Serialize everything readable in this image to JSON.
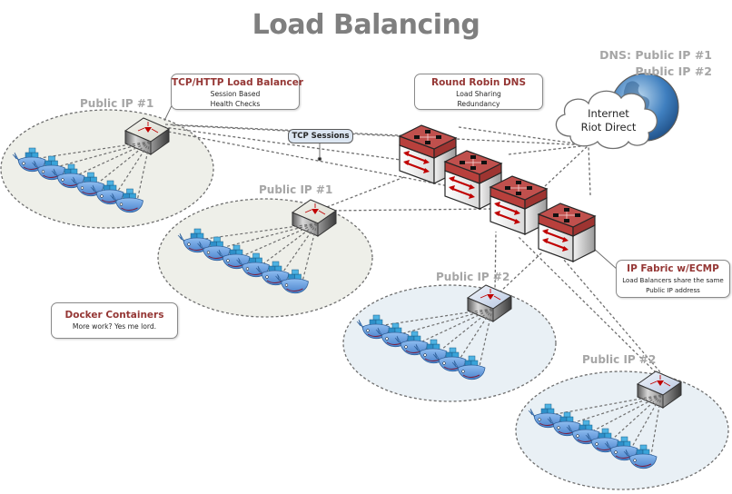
{
  "title": "Load Balancing",
  "dns": {
    "line1": "DNS: Public IP #1",
    "line2": "Public IP #2"
  },
  "internet": {
    "line1": "Internet",
    "line2": "Riot Direct",
    "icon": "globe-cloud-icon"
  },
  "callouts": {
    "tcp_lb": {
      "heading": "TCP/HTTP Load Balancer",
      "lines": [
        "Session Based",
        "Health Checks"
      ]
    },
    "rr_dns": {
      "heading": "Round Robin DNS",
      "lines": [
        "Load Sharing",
        "Redundancy"
      ]
    },
    "ip_fabric": {
      "heading": "IP Fabric w/ECMP",
      "lines": [
        "Load Balancers share the same",
        "Public IP address"
      ]
    },
    "docker": {
      "heading": "Docker Containers",
      "lines": [
        "More work? Yes me lord."
      ]
    }
  },
  "tcp_sessions_label": "TCP Sessions",
  "clusters": [
    {
      "label": "Public IP #1",
      "containers": 6,
      "device": "load-balancer-icon",
      "container_icon": "docker-whale-icon"
    },
    {
      "label": "Public IP #1",
      "containers": 6,
      "device": "load-balancer-icon",
      "container_icon": "docker-whale-icon"
    },
    {
      "label": "Public IP #2",
      "containers": 6,
      "device": "load-balancer-icon",
      "container_icon": "docker-whale-icon"
    },
    {
      "label": "Public IP #2",
      "containers": 6,
      "device": "load-balancer-icon",
      "container_icon": "docker-whale-icon"
    }
  ],
  "switch_stack": {
    "count": 4,
    "icon": "layer3-switch-icon"
  },
  "colors": {
    "title": "#7f7f7f",
    "heading_red": "#953735",
    "switch_red": "#c0504d",
    "cluster_fill_green": "#eeefe9",
    "cluster_fill_blue": "#e9f0f5",
    "whale_blue": "#5b9bd5",
    "pill_fill": "#dce6f2"
  }
}
